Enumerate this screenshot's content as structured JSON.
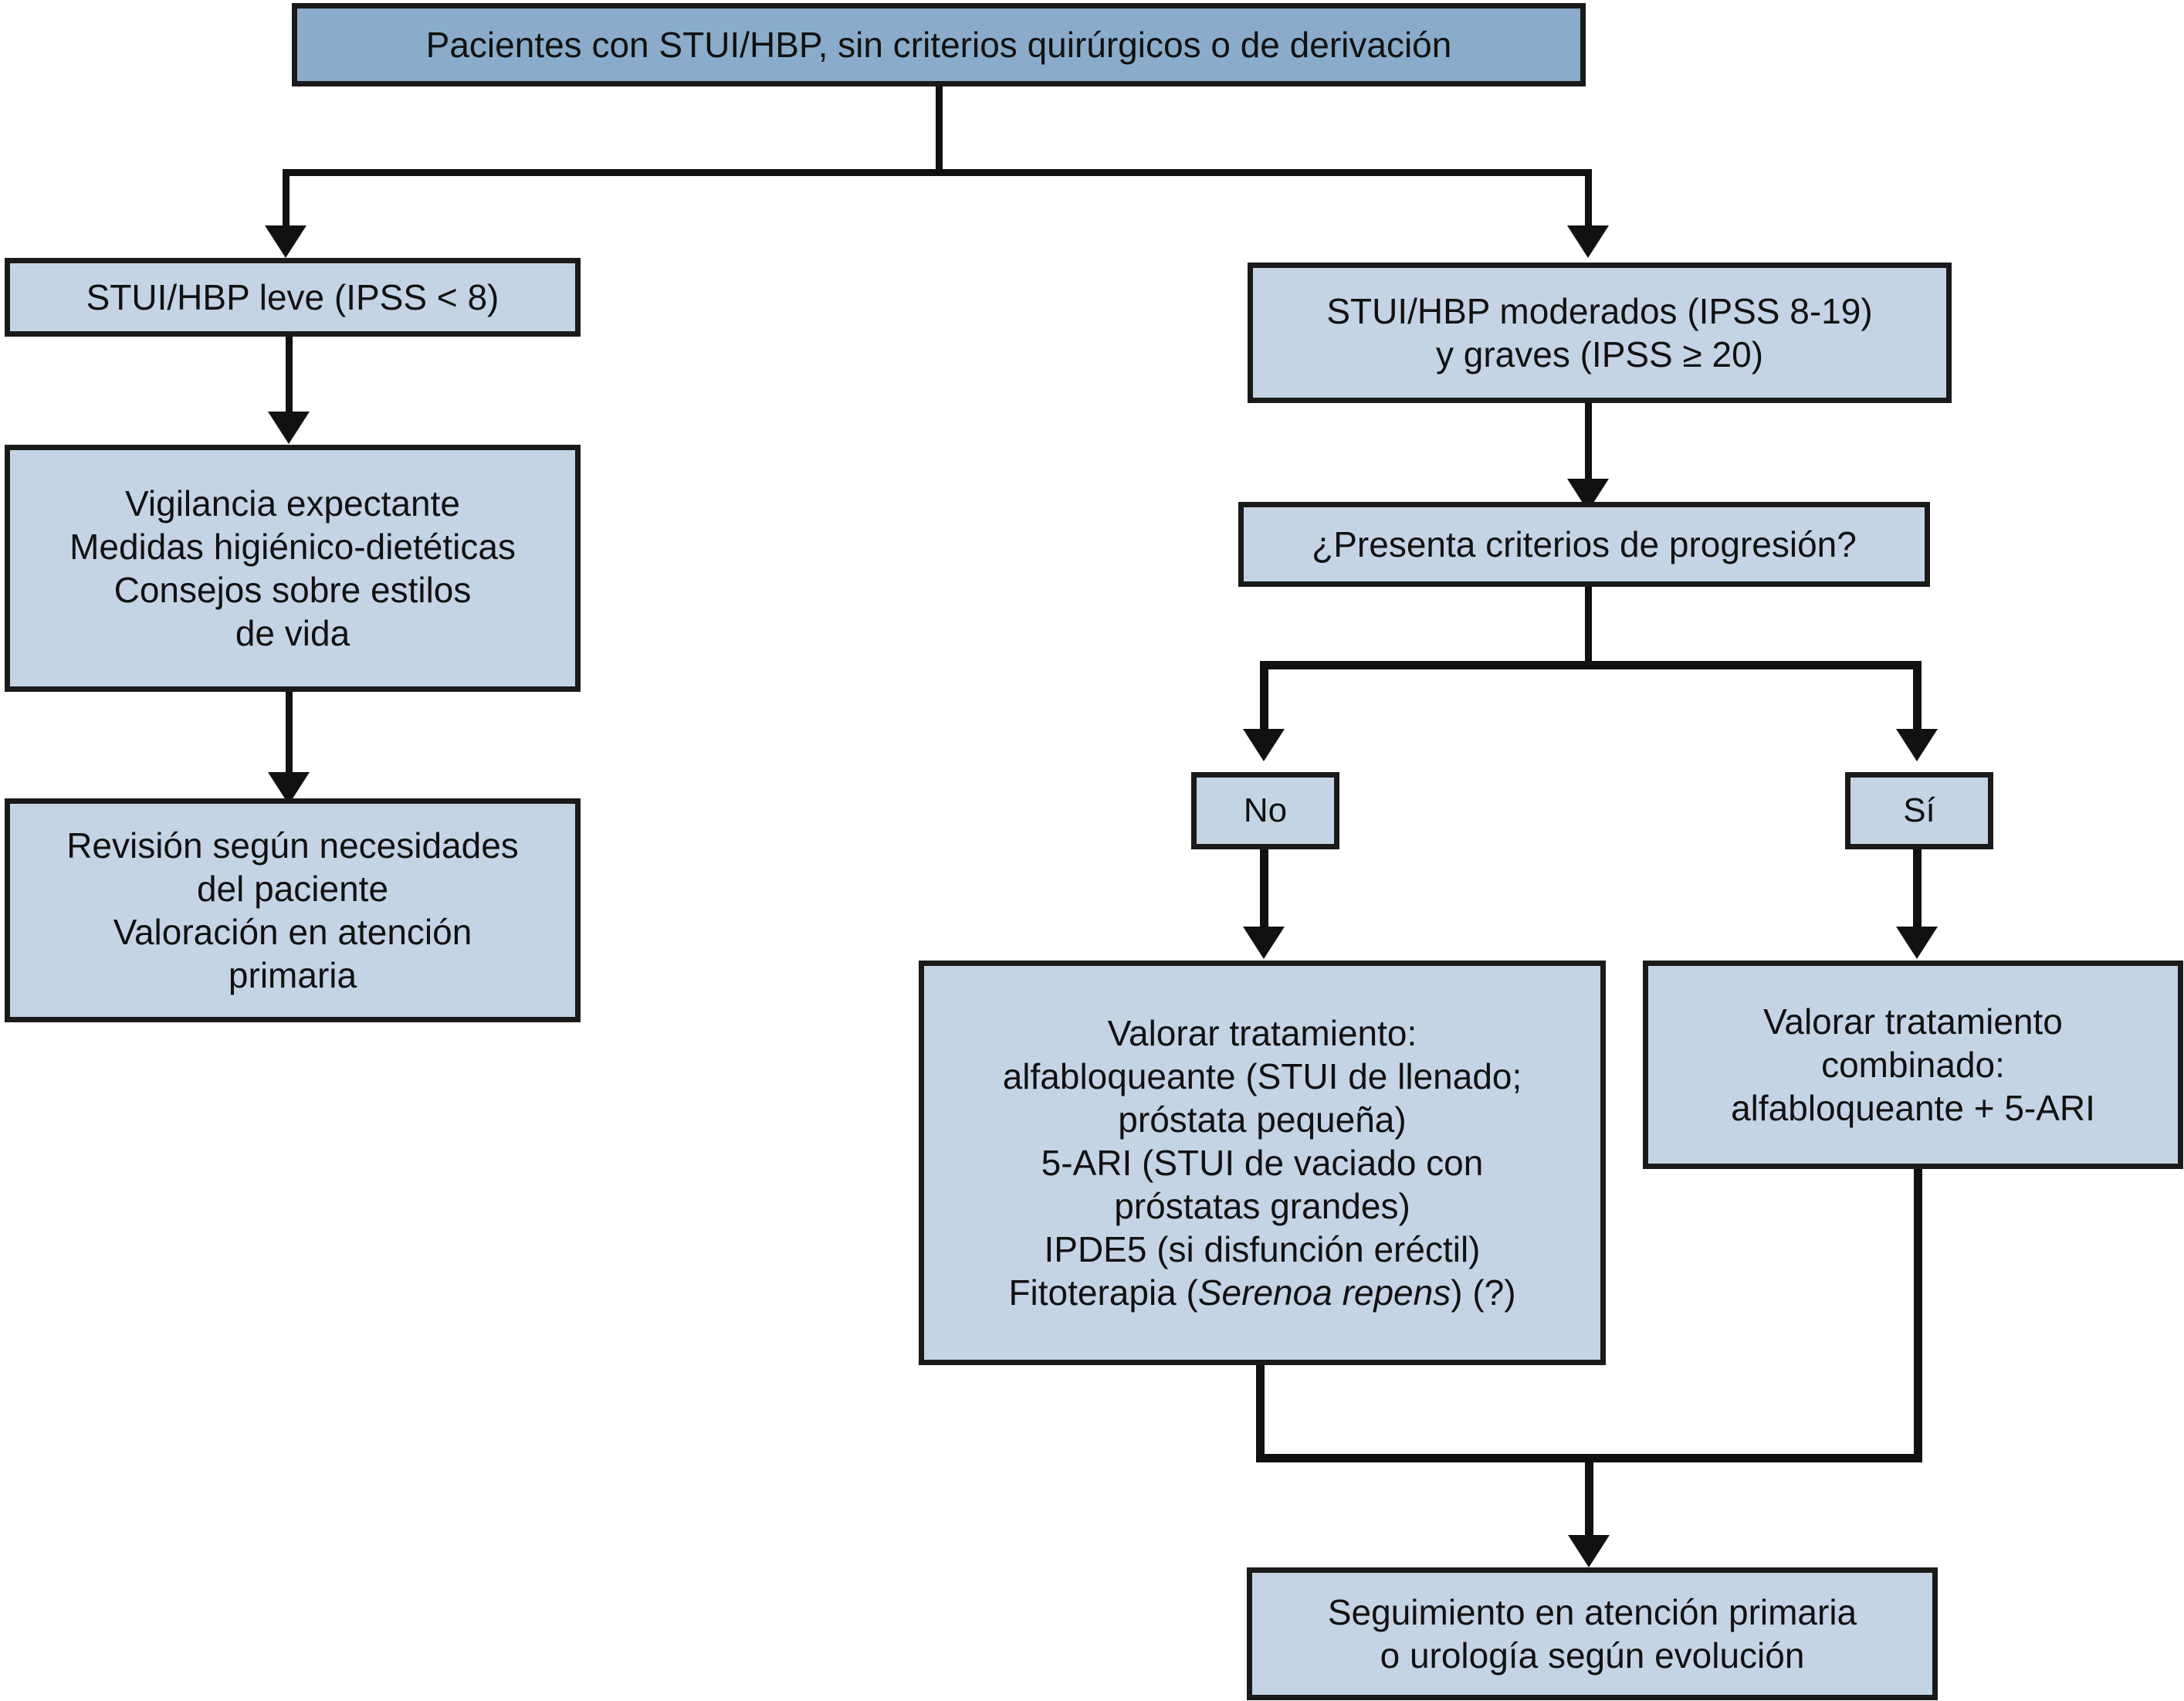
{
  "diagram": {
    "title": "Algoritmo de manejo de STUI/HBP",
    "colors": {
      "root_fill": "#8aacca",
      "node_fill": "#c5d4e4",
      "stroke": "#1a1a1a",
      "text": "#111111",
      "background": "#ffffff"
    },
    "nodes": {
      "root": "Pacientes con STUI/HBP, sin criterios quirúrgicos o de derivación",
      "mild": "STUI/HBP leve (IPSS < 8)",
      "mild_management": "Vigilancia expectante\nMedidas higiénico-dietéticas\nConsejos sobre estilos\nde vida",
      "mild_followup": "Revisión según necesidades\ndel paciente\nValoración en atención\nprimaria",
      "moderate_severe": "STUI/HBP moderados (IPSS 8-19)\ny graves (IPSS  ≥ 20)",
      "progression_question": "¿Presenta criterios de progresión?",
      "branch_no": "No",
      "branch_yes": "Sí",
      "treatment_mono_lines": [
        "Valorar tratamiento:",
        "alfabloqueante (STUI de llenado;",
        "próstata pequeña)",
        "5-ARI (STUI de vaciado con",
        "próstatas grandes)",
        "IPDE5 (si disfunción eréctil)"
      ],
      "treatment_mono_last_prefix": "Fitoterapia (",
      "treatment_mono_last_italic": "Serenoa repens",
      "treatment_mono_last_suffix": ") (?)",
      "treatment_combined": "Valorar tratamiento\ncombinado:\nalfabloqueante + 5-ARI",
      "final_followup": "Seguimiento en atención primaria\no urología según evolución"
    }
  }
}
